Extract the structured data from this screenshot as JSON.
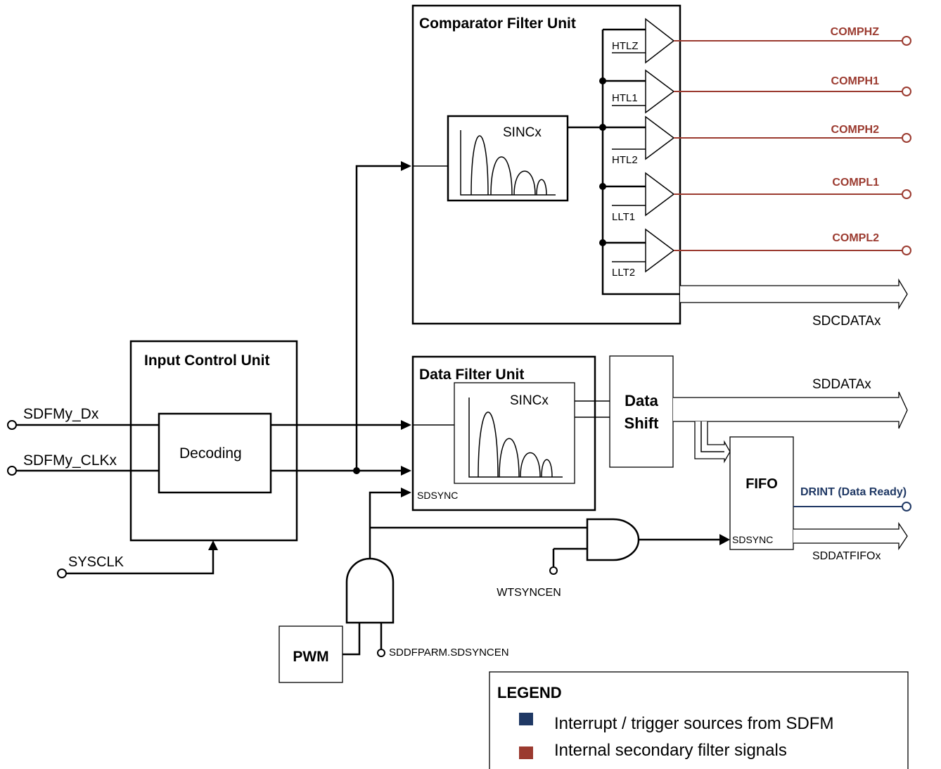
{
  "units": {
    "comparator": {
      "title": "Comparator Filter Unit",
      "sinc": "SINCx"
    },
    "data_filter": {
      "title": "Data Filter Unit",
      "sinc": "SINCx",
      "sdsync": "SDSYNC"
    },
    "input_control": {
      "title": "Input Control Unit",
      "decoding": "Decoding"
    },
    "data_shift": {
      "line1": "Data",
      "line2": "Shift"
    },
    "fifo": {
      "title": "FIFO",
      "sdsync": "SDSYNC"
    },
    "pwm": {
      "title": "PWM"
    }
  },
  "thresholds": [
    "HTLZ",
    "HTL1",
    "HTL2",
    "LLT1",
    "LLT2"
  ],
  "comparator_outputs": [
    "COMPHZ",
    "COMPH1",
    "COMPH2",
    "COMPL1",
    "COMPL2"
  ],
  "signals": {
    "sdfm_dx": "SDFMy_Dx",
    "sdfm_clkx": "SDFMy_CLKx",
    "sysclk": "SYSCLK",
    "sdcdatax": "SDCDATAx",
    "sddatax": "SDDATAx",
    "drint": "DRINT (Data Ready)",
    "sddatfifox": "SDDATFIFOx",
    "wtsyncen": "WTSYNCEN",
    "sddfparm": "SDDFPARM.SDSYNCEN"
  },
  "legend": {
    "title": "LEGEND",
    "items": [
      {
        "label": "Interrupt / trigger sources from SDFM",
        "color": "#1f3864"
      },
      {
        "label": "Internal secondary filter signals",
        "color": "#9b3a2f"
      }
    ]
  },
  "colors": {
    "interrupt": "#1f3864",
    "internal": "#9b3a2f"
  }
}
